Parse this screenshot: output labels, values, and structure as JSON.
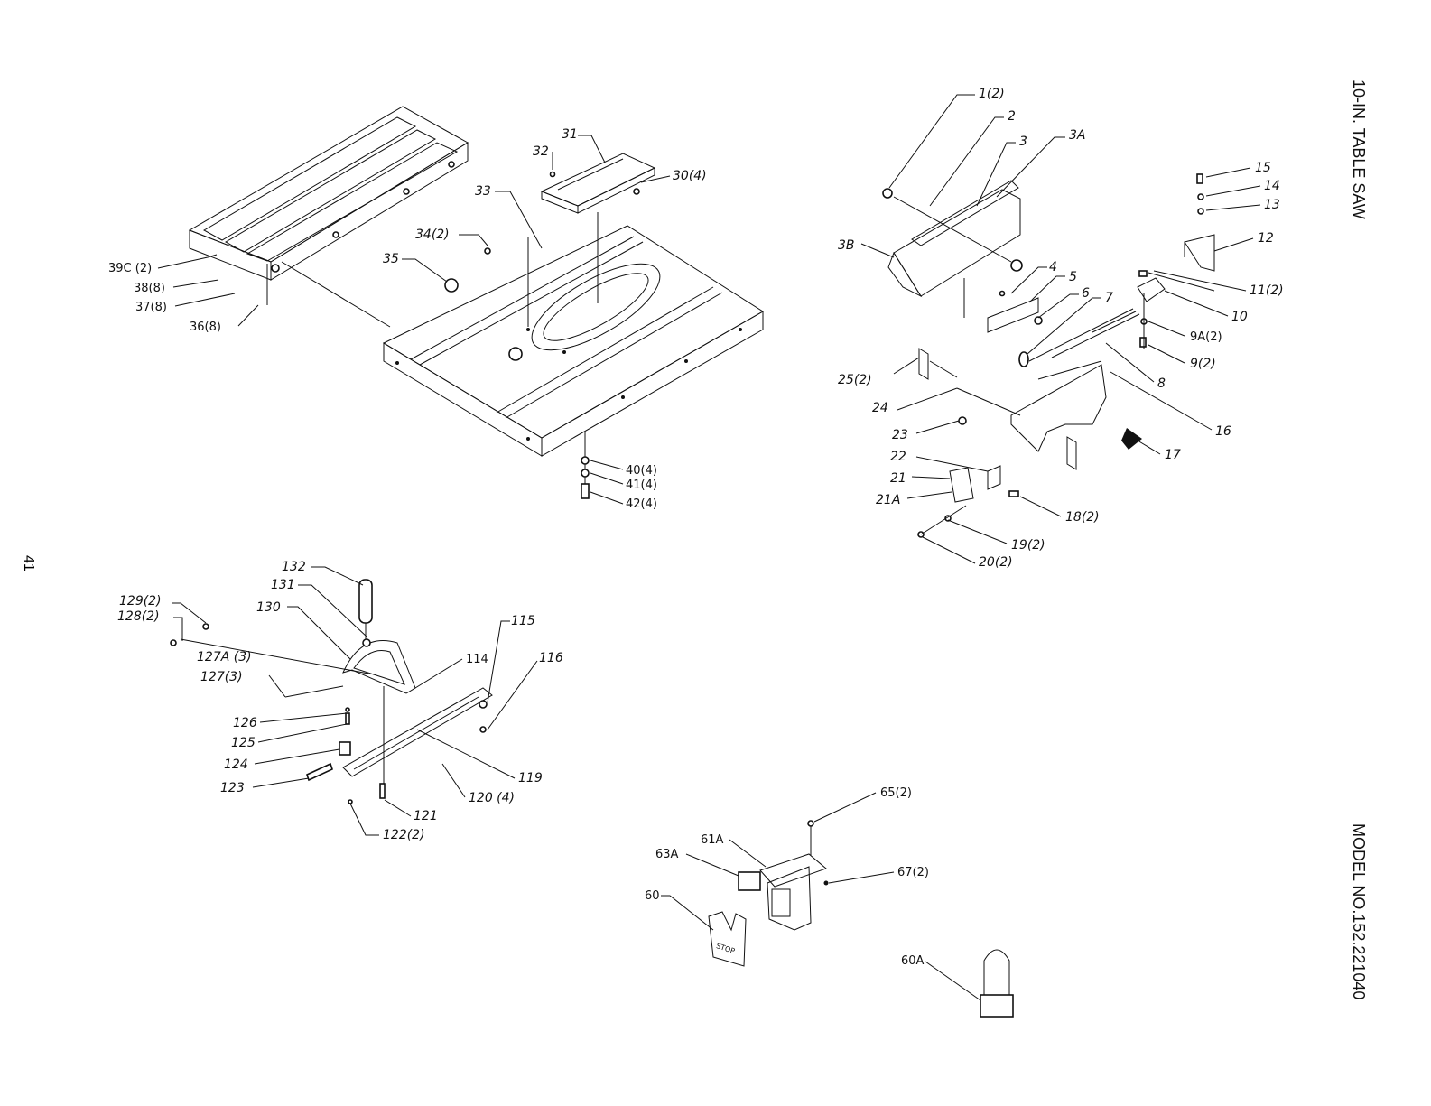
{
  "page": {
    "number": "41",
    "title": "10-IN. TABLE SAW",
    "model": "MODEL NO.152.221040"
  },
  "parts": {
    "p39c": "39C (2)",
    "p38": "38(8)",
    "p37": "37(8)",
    "p36": "36(8)",
    "p31": "31",
    "p32": "32",
    "p30": "30(4)",
    "p33": "33",
    "p34": "34(2)",
    "p35": "35",
    "p40": "40(4)",
    "p41": "41(4)",
    "p42": "42(4)",
    "p1": "1(2)",
    "p2": "2",
    "p3": "3",
    "p3a": "3A",
    "p3b": "3B",
    "p4": "4",
    "p5": "5",
    "p6": "6",
    "p7": "7",
    "p8": "8",
    "p9a": "9A(2)",
    "p9": "9(2)",
    "p10": "10",
    "p11": "11(2)",
    "p12": "12",
    "p13": "13",
    "p14": "14",
    "p15": "15",
    "p16": "16",
    "p17": "17",
    "p18": "18(2)",
    "p19": "19(2)",
    "p20": "20(2)",
    "p21": "21",
    "p21a": "21A",
    "p22": "22",
    "p23": "23",
    "p24": "24",
    "p25": "25(2)",
    "p132": "132",
    "p131": "131",
    "p130": "130",
    "p129": "129(2)",
    "p128": "128(2)",
    "p127a": "127A  (3)",
    "p127": "127(3)",
    "p126": "126",
    "p125": "125",
    "p124": "124",
    "p123": "123",
    "p114": "114",
    "p115": "115",
    "p116": "116",
    "p119": "119",
    "p120": "120  (4)",
    "p121": "121",
    "p122": "122(2)",
    "p65": "65(2)",
    "p61a": "61A",
    "p63a": "63A",
    "p67": "67(2)",
    "p60": "60",
    "p60a": "60A",
    "stop": "STOP"
  }
}
